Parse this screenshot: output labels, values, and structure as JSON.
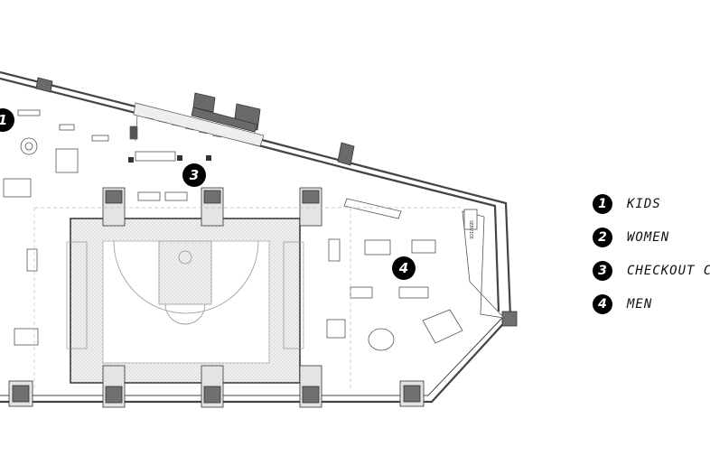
{
  "legend": [
    {
      "number": "1",
      "label": "KIDS"
    },
    {
      "number": "2",
      "label": "WOMEN"
    },
    {
      "number": "3",
      "label": "CHECKOUT COUNTER"
    },
    {
      "number": "4",
      "label": "MEN"
    }
  ],
  "markers": {
    "kids": "1",
    "checkout": "3",
    "men": "4"
  },
  "signage": "SERVICE",
  "colors": {
    "wall": "#444444",
    "dark_block": "#6a6a6a",
    "court_floor": "#d9d9d9",
    "line": "#555555"
  }
}
